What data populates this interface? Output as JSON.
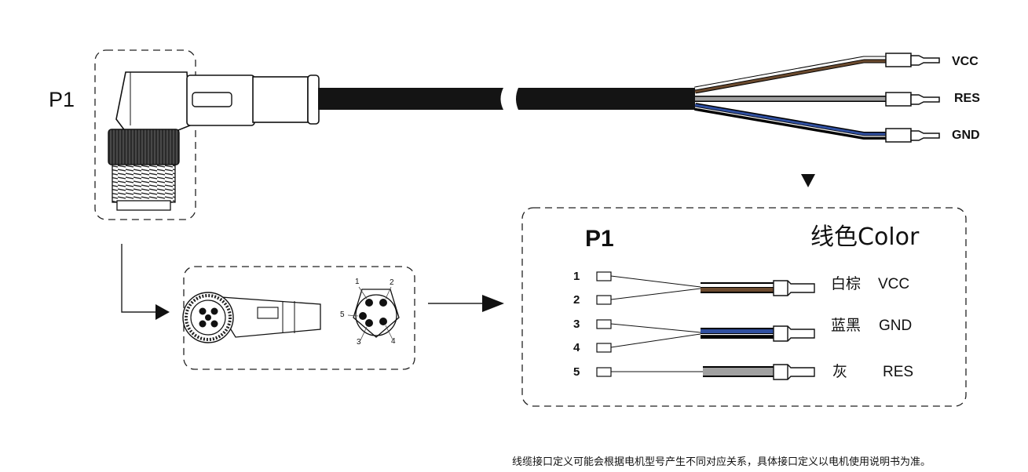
{
  "connector_label": "P1",
  "wire_labels": [
    "VCC",
    "RES",
    "GND"
  ],
  "face_pins": [
    "1",
    "2",
    "3",
    "4",
    "5"
  ],
  "table": {
    "header_left": "P1",
    "header_right": "线色Color",
    "pins": [
      "1",
      "2",
      "3",
      "4",
      "5"
    ],
    "rows": [
      {
        "color_cn": "白棕",
        "signal": "VCC"
      },
      {
        "color_cn": "蓝黑",
        "signal": "GND"
      },
      {
        "color_cn": "灰",
        "signal": "RES"
      }
    ]
  },
  "colors": {
    "white": "#ffffff",
    "brown": "#6b4a2e",
    "gray": "#a0a0a0",
    "blue": "#2f4fa0",
    "black": "#111111",
    "cable": "#141414"
  },
  "footnote": "线缆接口定义可能会根据电机型号产生不同对应关系，具体接口定义以电机使用说明书为准。"
}
